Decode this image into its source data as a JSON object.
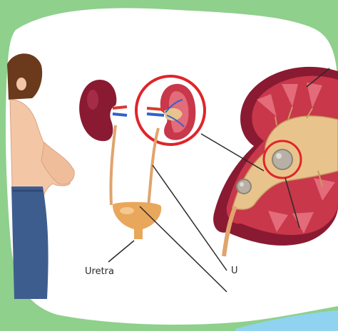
{
  "labels": {
    "uretra": "Uretra",
    "ureter_partial": "U"
  },
  "colors": {
    "background": "#8fd08c",
    "blob": "#ffffff",
    "highlight_ring": "#e0242a",
    "kidney_dark": "#8a1a32",
    "kidney_cortex": "#c8374a",
    "medulla": "#e36b7a",
    "pelvis": "#e8c48c",
    "stone": "#b8b0a4",
    "ureter": "#e0a46c",
    "artery": "#d63a2e",
    "vein": "#2f63c8",
    "skin": "#f3c7a6",
    "hair": "#6b3a1c",
    "jeans": "#3e5d8f",
    "corner_accent": "#8fd3f0"
  },
  "icons": [
    "human-figure-illustration",
    "kidney-illustration",
    "bladder-illustration",
    "kidney-cross-section-illustration",
    "kidney-stone-illustration"
  ]
}
